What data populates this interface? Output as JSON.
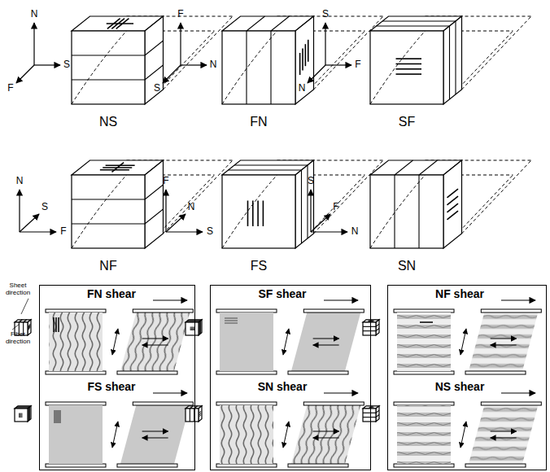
{
  "diagram": {
    "nodes": [
      {
        "text": [
          "FN shear",
          "FS shear"
        ]
      },
      {
        "text": [
          "SF shear",
          "SN shear"
        ]
      },
      {
        "text": [
          "NF shear",
          "NS shear"
        ]
      }
    ],
    "labels": [
      "N",
      "S",
      "F",
      "NS",
      "F",
      "N",
      "S",
      "FN",
      "S",
      "F",
      "N",
      "SF",
      "N",
      "S",
      "F",
      "NF",
      "F",
      "N",
      "S",
      "FS",
      "S",
      "F",
      "N",
      "SN",
      "Sheet direction",
      "Fiber direction"
    ]
  }
}
